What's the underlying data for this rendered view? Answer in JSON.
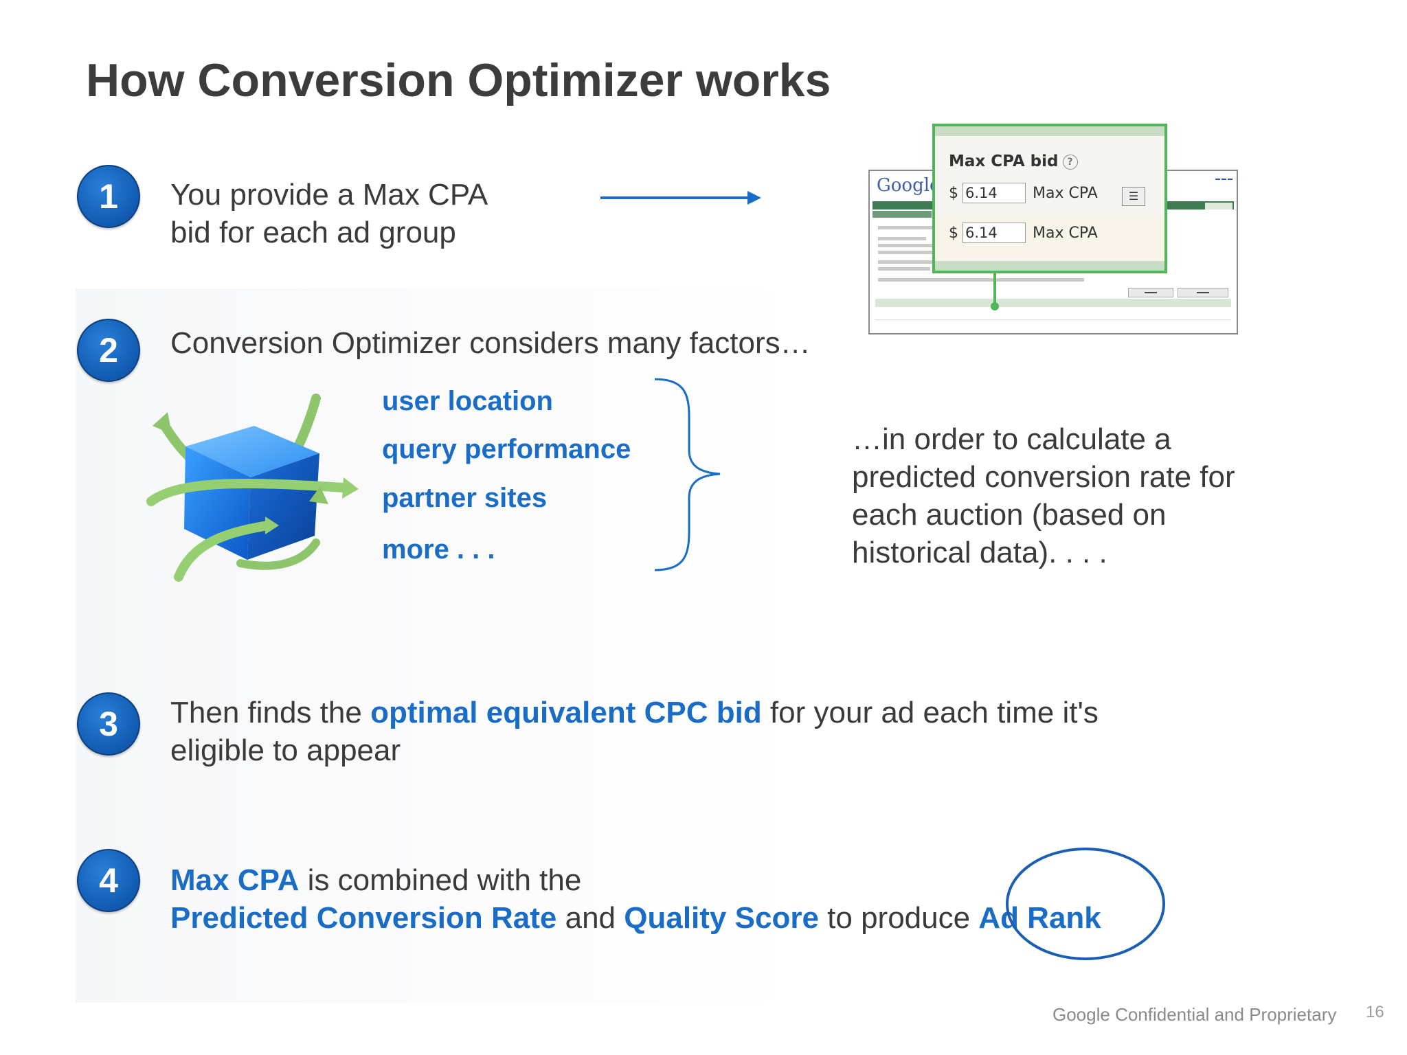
{
  "title": "How Conversion Optimizer works",
  "steps": [
    {
      "num": "1",
      "lines": [
        "You provide a Max CPA",
        "bid for each ad group"
      ]
    },
    {
      "num": "2",
      "text": "Conversion Optimizer considers many factors…"
    },
    {
      "num": "3",
      "parts": [
        "Then finds the ",
        "optimal equivalent CPC bid",
        " for your ad each time it's",
        "eligible to appear"
      ]
    },
    {
      "num": "4",
      "parts": [
        "Max CPA",
        " is combined with the",
        "Predicted Conversion Rate",
        " and ",
        "Quality Score",
        " to produce ",
        "Ad Rank"
      ]
    }
  ],
  "factors": [
    "user location",
    "query performance",
    "partner sites",
    "more . . ."
  ],
  "result_lines": [
    "…in order to calculate a",
    "predicted conversion rate for",
    "each auction (based on",
    "historical data). . . ."
  ],
  "screenshot": {
    "logo": "Google",
    "popup_title": "Max CPA bid",
    "help_glyph": "?",
    "currency": "$",
    "bid_value": "6.14",
    "bid_label": "Max CPA"
  },
  "footer": "Google Confidential and Proprietary",
  "page_number": "16",
  "colors": {
    "accent": "#1a6dc7",
    "text": "#3a3a3a",
    "highlight_green": "#51b65a"
  }
}
